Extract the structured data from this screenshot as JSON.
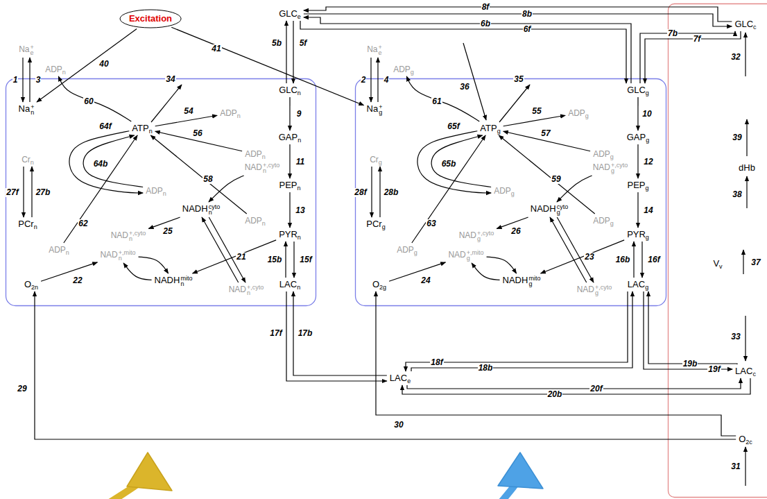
{
  "diagram": {
    "nodes": [
      {
        "text": [
          "Excitation"
        ]
      },
      {
        "text": [
          "GLCe"
        ]
      },
      {
        "text": [
          "Nae+"
        ]
      },
      {
        "text": [
          "Nan+"
        ]
      },
      {
        "text": [
          "ADPn"
        ]
      },
      {
        "text": [
          "Crn"
        ]
      },
      {
        "text": [
          "PCrn"
        ]
      },
      {
        "text": [
          "ATPn"
        ]
      },
      {
        "text": [
          "ADPn"
        ]
      },
      {
        "text": [
          "GLCn"
        ]
      },
      {
        "text": [
          "ADPn"
        ]
      },
      {
        "text": [
          "GAPn"
        ]
      },
      {
        "text": [
          "ADPn"
        ]
      },
      {
        "text": [
          "NADn+,cyto"
        ]
      },
      {
        "text": [
          "PEPn"
        ]
      },
      {
        "text": [
          "NADHncyto"
        ]
      },
      {
        "text": [
          "ADPn"
        ]
      },
      {
        "text": [
          "PYRn"
        ]
      },
      {
        "text": [
          "NADn+,cyto"
        ]
      },
      {
        "text": [
          "NADn+,mito"
        ]
      },
      {
        "text": [
          "NADHnmito"
        ]
      },
      {
        "text": [
          "ADPn"
        ]
      },
      {
        "text": [
          "O2n"
        ]
      },
      {
        "text": [
          "NADn+,cyto"
        ]
      },
      {
        "text": [
          "LACn"
        ]
      },
      {
        "text": [
          "Nae+"
        ]
      },
      {
        "text": [
          "Nag+"
        ]
      },
      {
        "text": [
          "ADPg"
        ]
      },
      {
        "text": [
          "Crg"
        ]
      },
      {
        "text": [
          "PCrg"
        ]
      },
      {
        "text": [
          "ATPg"
        ]
      },
      {
        "text": [
          "ADPg"
        ]
      },
      {
        "text": [
          "GLCg"
        ]
      },
      {
        "text": [
          "ADPg"
        ]
      },
      {
        "text": [
          "GAPg"
        ]
      },
      {
        "text": [
          "ADPg"
        ]
      },
      {
        "text": [
          "NADg+,cyto"
        ]
      },
      {
        "text": [
          "PEPg"
        ]
      },
      {
        "text": [
          "NADHgcyto"
        ]
      },
      {
        "text": [
          "ADPg"
        ]
      },
      {
        "text": [
          "PYRg"
        ]
      },
      {
        "text": [
          "NADg+,cyto"
        ]
      },
      {
        "text": [
          "NADg+,mito"
        ]
      },
      {
        "text": [
          "NADHgmito"
        ]
      },
      {
        "text": [
          "ADPg"
        ]
      },
      {
        "text": [
          "O2g"
        ]
      },
      {
        "text": [
          "NADg+,cyto"
        ]
      },
      {
        "text": [
          "LACg"
        ]
      },
      {
        "text": [
          "LACe"
        ]
      },
      {
        "text": [
          "GLCc"
        ]
      },
      {
        "text": [
          "dHb"
        ]
      },
      {
        "text": [
          "Vv"
        ]
      },
      {
        "text": [
          "LACc"
        ]
      },
      {
        "text": [
          "O2c"
        ]
      }
    ],
    "edges": [
      {
        "from": 2,
        "to": 3,
        "label": "1",
        "arrow": "to"
      },
      {
        "from": 3,
        "to": 2,
        "label": "3",
        "arrow": "to"
      },
      {
        "from": 7,
        "to": 4,
        "label": "60",
        "arrow": "to"
      },
      {
        "from": 5,
        "to": 6,
        "label": "27f",
        "arrow": "to"
      },
      {
        "from": 6,
        "to": 5,
        "label": "27b",
        "arrow": "to"
      },
      {
        "from": 7,
        "to": 8,
        "label": "64f",
        "arrow": "to"
      },
      {
        "from": 8,
        "to": 7,
        "label": "64b",
        "arrow": "to"
      },
      {
        "from": 7,
        "to": 10,
        "label": "54",
        "arrow": "to"
      },
      {
        "from": 12,
        "to": 7,
        "label": "56",
        "arrow": "to"
      },
      {
        "from": 16,
        "to": 7,
        "label": "58",
        "arrow": "to"
      },
      {
        "from": 21,
        "to": 7,
        "label": "62",
        "arrow": "to"
      },
      {
        "from": 9,
        "to": 11,
        "label": "9",
        "arrow": "to"
      },
      {
        "from": 11,
        "to": 14,
        "label": "11",
        "arrow": "to"
      },
      {
        "from": 13,
        "to": 15,
        "arrow": "to"
      },
      {
        "from": 14,
        "to": 17,
        "label": "13",
        "arrow": "to"
      },
      {
        "from": 17,
        "to": 24,
        "label": "15f",
        "arrow": "to"
      },
      {
        "from": 24,
        "to": 17,
        "label": "15b",
        "arrow": "to"
      },
      {
        "from": 15,
        "to": 23,
        "arrow": "to"
      },
      {
        "from": 23,
        "to": 15,
        "arrow": "to"
      },
      {
        "from": 17,
        "to": 20,
        "label": "21",
        "arrow": "to"
      },
      {
        "from": 22,
        "to": 19,
        "label": "22",
        "arrow": "to"
      },
      {
        "from": 20,
        "to": 19,
        "arrow": "to"
      },
      {
        "from": 15,
        "to": 18,
        "label": "25",
        "arrow": "to"
      },
      {
        "from": 19,
        "to": 20,
        "arrow": "to"
      },
      {
        "from": 25,
        "to": 26,
        "label": "2",
        "arrow": "to"
      },
      {
        "from": 26,
        "to": 25,
        "label": "4",
        "arrow": "to"
      },
      {
        "from": 30,
        "to": 27,
        "label": "61",
        "arrow": "to"
      },
      {
        "from": 28,
        "to": 29,
        "label": "28f",
        "arrow": "to"
      },
      {
        "from": 29,
        "to": 28,
        "label": "28b",
        "arrow": "to"
      },
      {
        "from": 30,
        "to": 31,
        "label": "65f",
        "arrow": "to"
      },
      {
        "from": 31,
        "to": 30,
        "label": "65b",
        "arrow": "to"
      },
      {
        "from": 30,
        "to": 33,
        "label": "55",
        "arrow": "to"
      },
      {
        "from": 35,
        "to": 30,
        "label": "57",
        "arrow": "to"
      },
      {
        "from": 39,
        "to": 30,
        "label": "59",
        "arrow": "to"
      },
      {
        "from": 44,
        "to": 30,
        "label": "63",
        "arrow": "to"
      },
      {
        "from": 32,
        "to": 34,
        "label": "10",
        "arrow": "to"
      },
      {
        "from": 34,
        "to": 37,
        "label": "12",
        "arrow": "to"
      },
      {
        "from": 36,
        "to": 38,
        "arrow": "to"
      },
      {
        "from": 37,
        "to": 40,
        "label": "14",
        "arrow": "to"
      },
      {
        "from": 40,
        "to": 47,
        "label": "16f",
        "arrow": "to"
      },
      {
        "from": 47,
        "to": 40,
        "label": "16b",
        "arrow": "to"
      },
      {
        "from": 38,
        "to": 46,
        "arrow": "to"
      },
      {
        "from": 46,
        "to": 38,
        "arrow": "to"
      },
      {
        "from": 40,
        "to": 43,
        "label": "23",
        "arrow": "to"
      },
      {
        "from": 45,
        "to": 42,
        "label": "24",
        "arrow": "to"
      },
      {
        "from": 43,
        "to": 42,
        "arrow": "to"
      },
      {
        "from": 38,
        "to": 41,
        "label": "26",
        "arrow": "to"
      },
      {
        "from": 42,
        "to": 43,
        "arrow": "to"
      },
      {
        "from": 0,
        "to": 3,
        "label": "40",
        "arrow": "to"
      },
      {
        "from": 0,
        "to": 26,
        "label": "41",
        "arrow": "to"
      },
      {
        "from": 1,
        "to": 9,
        "label": "5f",
        "arrow": "to"
      },
      {
        "from": 9,
        "to": 1,
        "label": "5b",
        "arrow": "to"
      },
      {
        "from": 1,
        "to": 32,
        "label": "6f",
        "arrow": "to"
      },
      {
        "from": 32,
        "to": 1,
        "label": "6b",
        "arrow": "to"
      },
      {
        "from": 49,
        "to": 32,
        "label": "7f",
        "arrow": "to"
      },
      {
        "from": 32,
        "to": 49,
        "label": "7b",
        "arrow": "to"
      },
      {
        "from": 49,
        "to": 1,
        "label": "8f",
        "arrow": "to"
      },
      {
        "from": 1,
        "to": 49,
        "label": "8b",
        "arrow": "to"
      },
      {
        "from": 24,
        "to": 48,
        "label": "17f",
        "arrow": "to"
      },
      {
        "from": 48,
        "to": 24,
        "label": "17b",
        "arrow": "to"
      },
      {
        "from": 47,
        "to": 48,
        "label": "18f",
        "arrow": "to"
      },
      {
        "from": 48,
        "to": 47,
        "label": "18b",
        "arrow": "to"
      },
      {
        "from": 47,
        "to": 52,
        "label": "19f",
        "arrow": "to"
      },
      {
        "from": 52,
        "to": 47,
        "label": "19b",
        "arrow": "to"
      },
      {
        "from": 48,
        "to": 52,
        "label": "20f",
        "arrow": "to"
      },
      {
        "from": 52,
        "to": 48,
        "label": "20b",
        "arrow": "to"
      },
      {
        "from": 53,
        "to": 22,
        "label": "29",
        "arrow": "to"
      },
      {
        "from": 53,
        "to": 45,
        "label": "30",
        "arrow": "to"
      }
    ],
    "labels": [
      "34",
      "35",
      "36",
      "32",
      "39",
      "38",
      "37",
      "33",
      "31"
    ]
  }
}
